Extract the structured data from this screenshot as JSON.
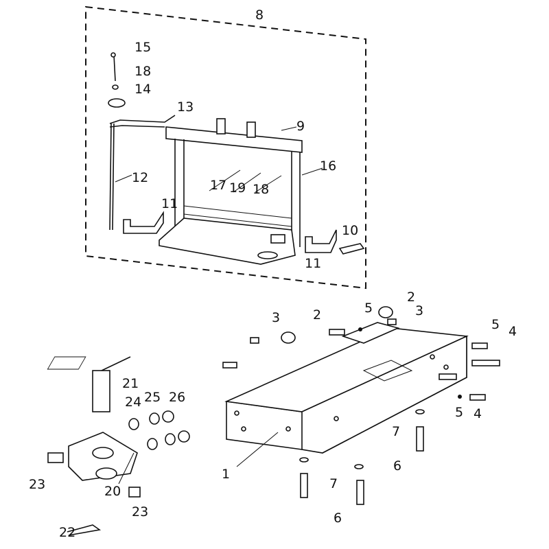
{
  "diagram": {
    "type": "exploded parts diagram",
    "callouts": [
      "8",
      "15",
      "18",
      "14",
      "13",
      "9",
      "16",
      "17",
      "19",
      "18",
      "12",
      "11",
      "10",
      "11",
      "3",
      "2",
      "5",
      "2",
      "3",
      "5",
      "4",
      "5",
      "4",
      "7",
      "6",
      "7",
      "6",
      "1",
      "21",
      "24",
      "25",
      "26",
      "23",
      "20",
      "23",
      "22"
    ]
  }
}
